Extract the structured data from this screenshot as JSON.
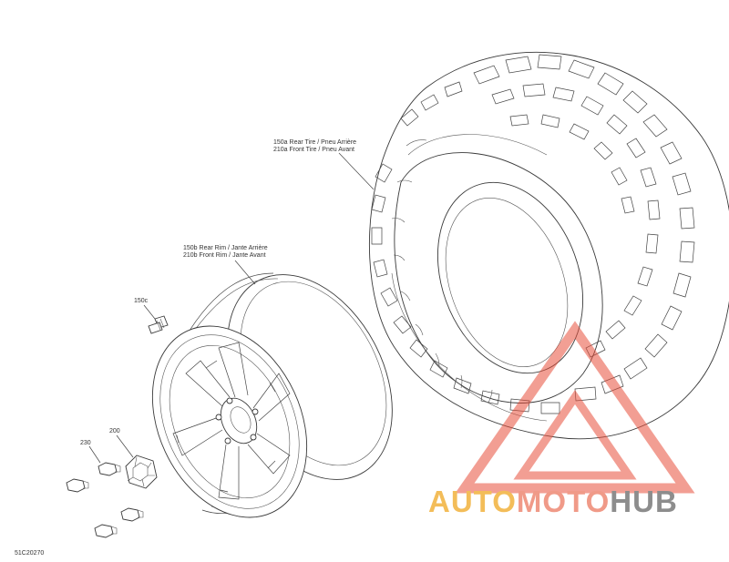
{
  "callouts": {
    "rear_tire": "150a Rear Tire / Pneu Arrière",
    "front_tire": "210a Front Tire / Pneu Avant",
    "rear_rim": "150b Rear Rim / Jante Arrière",
    "front_rim": "210b Front Rim / Jante Avant",
    "valve": "150c",
    "cap": "200",
    "nuts": "230",
    "drawing_code": "51C20270"
  },
  "watermark": {
    "part1": "AUTO",
    "part2": "MOTO",
    "part3": "HUB",
    "color1": "#f3bd59",
    "color2": "#f09a88",
    "color3": "#8d8d8d",
    "triangle_color": "#e8503c"
  }
}
